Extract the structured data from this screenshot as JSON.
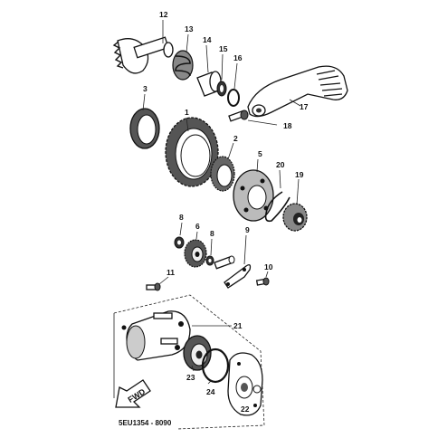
{
  "callouts": {
    "p1": "1",
    "p2": "2",
    "p3": "3",
    "p5": "5",
    "p6": "6",
    "p8a": "8",
    "p8b": "8",
    "p9": "9",
    "p10": "10",
    "p11": "11",
    "p12": "12",
    "p13": "13",
    "p14": "14",
    "p15": "15",
    "p16": "16",
    "p17": "17",
    "p18": "18",
    "p19": "19",
    "p20": "20",
    "p21": "21",
    "p22": "22",
    "p23": "23",
    "p24": "24"
  },
  "direction_label": "FWD",
  "reference_code": "5EU1354 - 8090"
}
